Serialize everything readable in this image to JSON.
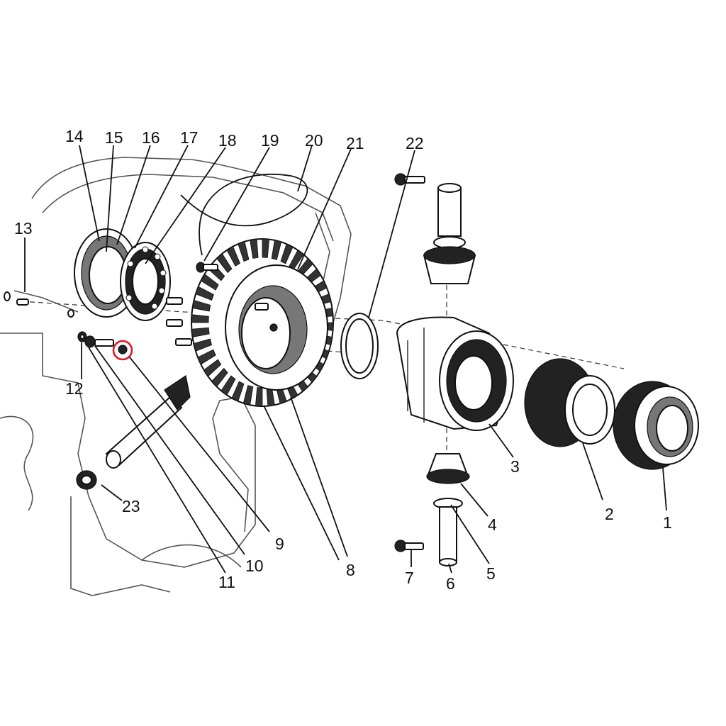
{
  "callouts": {
    "c1": "1",
    "c2": "2",
    "c3": "3",
    "c4": "4",
    "c5": "5",
    "c6": "6",
    "c7": "7",
    "c8": "8",
    "c9": "9",
    "c10": "10",
    "c11": "11",
    "c12": "12",
    "c13": "13",
    "c14": "14",
    "c15": "15",
    "c16": "16",
    "c17": "17",
    "c18": "18",
    "c19": "19",
    "c20": "20",
    "c21": "21",
    "c22": "22",
    "c23": "23"
  },
  "colors": {
    "line": "#111111",
    "highlight": "#e0141e",
    "background": "#ffffff"
  }
}
